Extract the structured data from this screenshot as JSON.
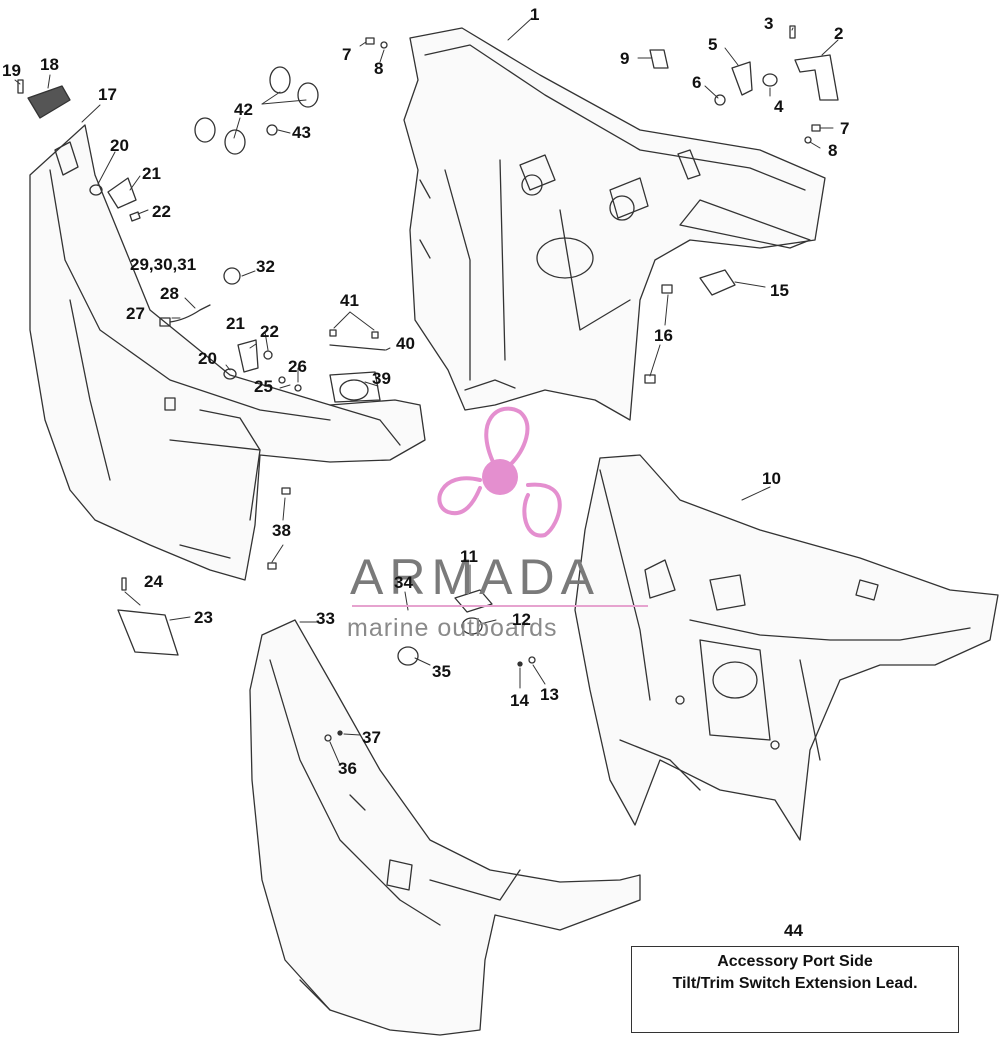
{
  "callouts": [
    "1",
    "2",
    "3",
    "4",
    "5",
    "6",
    "7",
    "8",
    "9",
    "10",
    "11",
    "12",
    "13",
    "14",
    "15",
    "16",
    "17",
    "18",
    "19",
    "20",
    "21",
    "22",
    "23",
    "24",
    "25",
    "26",
    "27",
    "28",
    "29,30,31",
    "32",
    "33",
    "34",
    "35",
    "36",
    "37",
    "38",
    "39",
    "40",
    "41",
    "42",
    "43",
    "7",
    "8",
    "20",
    "21",
    "22",
    "44"
  ],
  "watermark": {
    "title": "ARMADA",
    "subtitle": "marine outboards"
  },
  "legend": {
    "number": "44",
    "line1": "Accessory Port Side",
    "line2": "Tilt/Trim Switch Extension Lead."
  },
  "colors": {
    "line": "#333333",
    "watermark_pink": "#e6a3cf",
    "propeller_pink": "#e48fcf"
  }
}
